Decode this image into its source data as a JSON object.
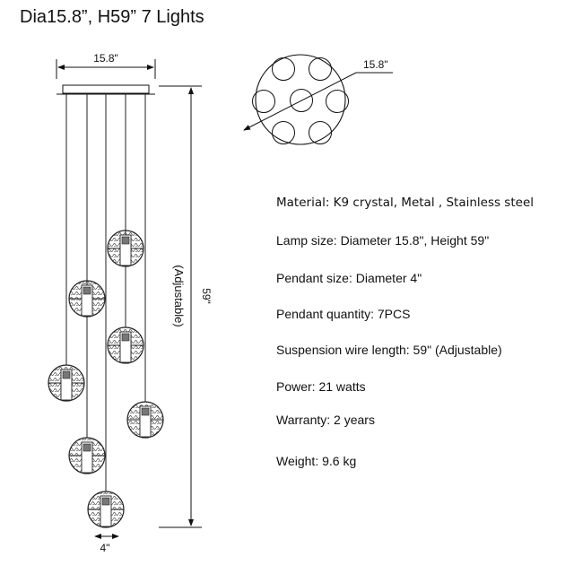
{
  "title": "Dia15.8”, H59”  7 Lights",
  "diagram": {
    "canopy_width_label": "15.8\"",
    "height_label": "59\"",
    "adjustable_label": "(Adjustable)",
    "pendant_width_label": "4\"",
    "top_view_diameter_label": "15.8\"",
    "pendant_count": 7
  },
  "specs": [
    "Material: K9 crystal, Metal , Stainless steel",
    "Lamp size: Diameter  15.8\", Height 59\"",
    "Pendant size: Diameter   4\"",
    "Pendant quantity: 7PCS",
    "Suspension wire length:    59\" (Adjustable)",
    "Power: 21 watts",
    "Warranty: 2 years",
    "Weight: 9.6 kg"
  ]
}
